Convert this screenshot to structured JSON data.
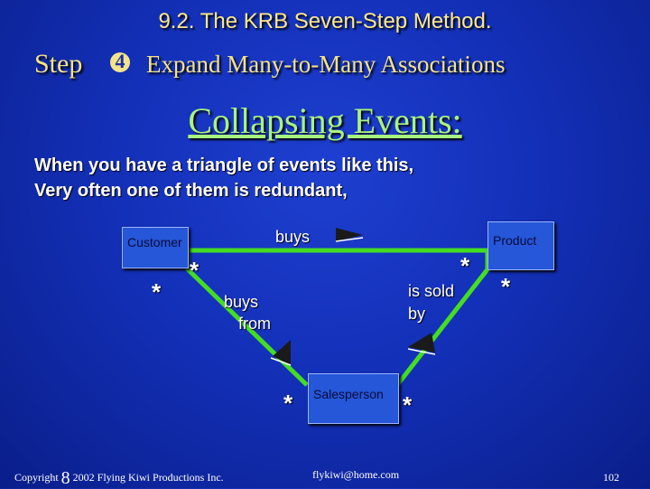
{
  "header": {
    "title": "9.2. The KRB Seven-Step Method.",
    "step_word": "Step",
    "step_number": "4",
    "step_title": "Expand Many-to-Many Associations"
  },
  "subtitle": "Collapsing Events:",
  "body": {
    "line1": "When you have a triangle of events like this,",
    "line2": "Very often one of them is redundant,"
  },
  "diagram": {
    "entities": {
      "customer": "Customer",
      "product": "Product",
      "salesperson": "Salesperson"
    },
    "relationships": {
      "buys": "buys",
      "buys_from_1": "buys",
      "buys_from_2": "from",
      "sold_by_1": "is sold",
      "sold_by_2": "by"
    },
    "multiplicity_symbol": "*",
    "line_color": "#44dd22",
    "arrow_color": "#1a1a1a"
  },
  "footer": {
    "copyright_prefix": "Copyright",
    "copyright_symbol": "8",
    "copyright_text": "2002 Flying Kiwi Productions Inc.",
    "email": "flykiwi@home.com",
    "page_number": "102"
  }
}
